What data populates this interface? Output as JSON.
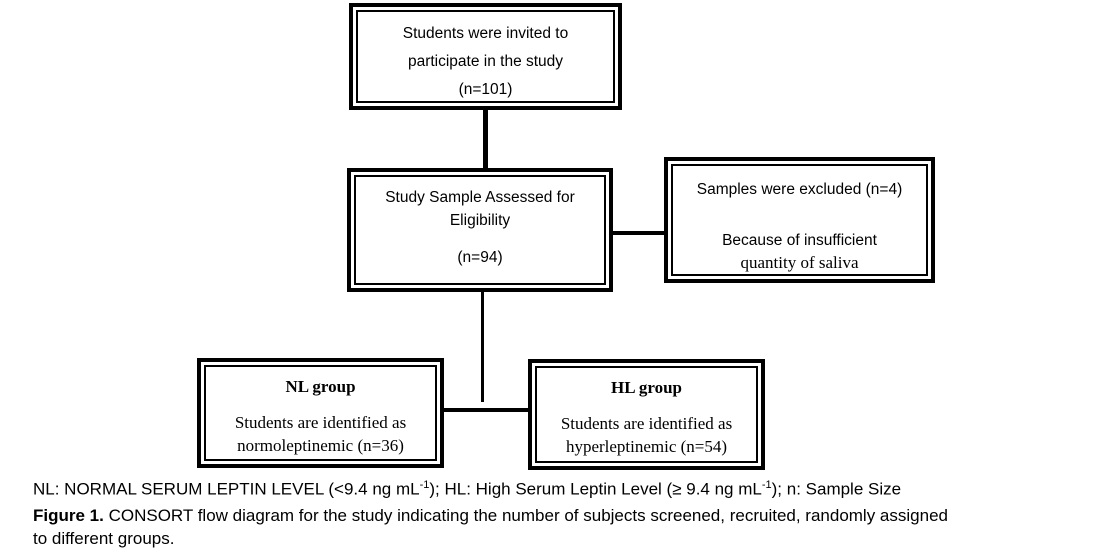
{
  "page": {
    "background_color": "#ffffff",
    "line_color": "#000000",
    "text_color": "#000000"
  },
  "diagram": {
    "type": "consort-flowchart",
    "boxes": {
      "invited": {
        "line1": "Students were invited to",
        "line2": "participate in the study",
        "count": "(n=101)"
      },
      "assessed": {
        "line1": "Study Sample Assessed for",
        "line2": "Eligibility",
        "count": "(n=94)"
      },
      "excluded": {
        "line1": "Samples were excluded (n=4)",
        "line2": "Because of insufficient",
        "line3": "quantity of saliva"
      },
      "nl_group": {
        "title": "NL group",
        "line1": "Students are identified as",
        "line2": "normoleptinemic (n=36)"
      },
      "hl_group": {
        "title": "HL group",
        "line1": "Students are identified as",
        "line2": "hyperleptinemic (n=54)"
      }
    }
  },
  "caption": {
    "abbrev": {
      "part1": "NL: NORMAL SERUM LEPTIN LEVEL (<9.4 ng mL",
      "sup1": "-1",
      "part2": "); HL: High Serum Leptin Level (≥ 9.4 ng mL",
      "sup2": "-1",
      "part3": "); n: Sample Size"
    },
    "figure_label": "Figure 1.",
    "figure_text_line1": "CONSORT flow diagram for the study indicating the number of subjects screened, recruited, randomly assigned",
    "figure_text_line2": "to different groups."
  }
}
